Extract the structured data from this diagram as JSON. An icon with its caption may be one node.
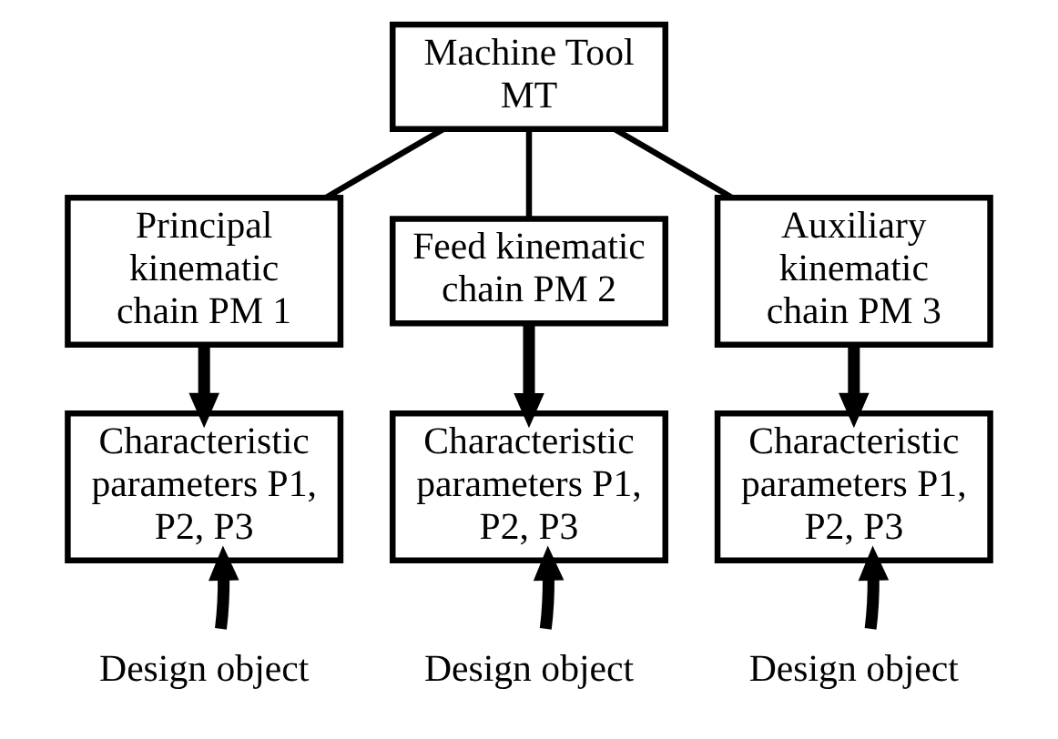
{
  "diagram": {
    "nodes": [
      {
        "text": [
          "Machine Tool MT"
        ]
      },
      {
        "text": [
          "Principal kinematic chain PM 1"
        ]
      },
      {
        "text": [
          "Feed kinematic chain PM 2"
        ]
      },
      {
        "text": [
          "Auxiliary kinematic chain PM 3"
        ]
      },
      {
        "text": [
          "Characteristic parameters P1, P2, P3"
        ]
      },
      {
        "text": [
          "Characteristic parameters P1, P2, P3"
        ]
      },
      {
        "text": [
          "Characteristic parameters P1, P2, P3"
        ]
      },
      {
        "text": [
          "Design object"
        ]
      },
      {
        "text": [
          "Design object"
        ]
      },
      {
        "text": [
          "Design object"
        ]
      }
    ],
    "edges": [
      {
        "from": 0,
        "to": 1,
        "arrow": "none"
      },
      {
        "from": 0,
        "to": 2,
        "arrow": "none"
      },
      {
        "from": 0,
        "to": 3,
        "arrow": "none"
      },
      {
        "from": 1,
        "to": 4,
        "arrow": "to"
      },
      {
        "from": 2,
        "to": 5,
        "arrow": "to"
      },
      {
        "from": 3,
        "to": 6,
        "arrow": "to"
      },
      {
        "from": 7,
        "to": 4,
        "arrow": "to"
      },
      {
        "from": 8,
        "to": 5,
        "arrow": "to"
      },
      {
        "from": 9,
        "to": 6,
        "arrow": "to"
      }
    ]
  }
}
